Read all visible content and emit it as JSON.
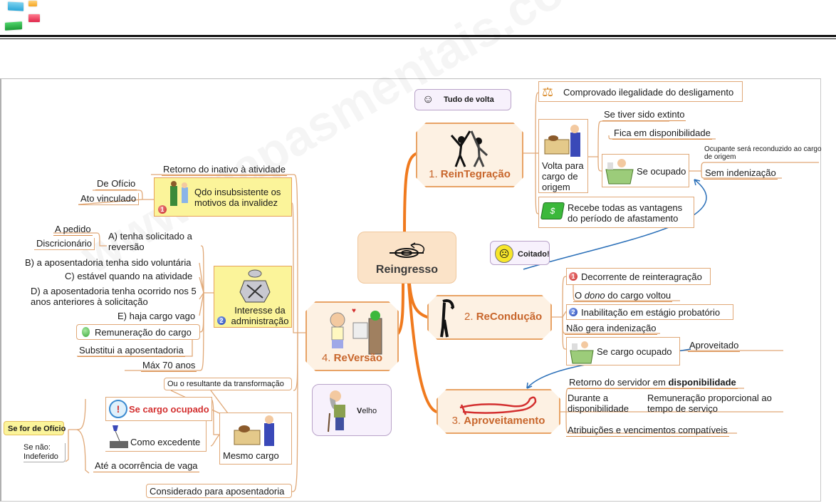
{
  "colors": {
    "branch": "#f07a1e",
    "connector": "#e0a877",
    "title_text": "#c8662c",
    "arrow": "#2a6fb8",
    "warning_text": "#d32f2f"
  },
  "watermark": "www.mapasmentais.com",
  "root": {
    "label": "Reingresso",
    "icon": "return-arrow-icon"
  },
  "branches": {
    "reintegracao": {
      "num": "1.",
      "label": "ReinTegração",
      "callout": "Tudo de volta",
      "icon": "celebrating-people-icon",
      "items": {
        "ilegalidade": "Comprovado ilegalidade do desligamento",
        "volta": "Volta para cargo de origem",
        "extinto": "Se tiver sido extinto",
        "disponibilidade": "Fica em disponibilidade",
        "ocupado": "Se ocupado",
        "ocupante": "Ocupante será reconduzido ao cargo de origem",
        "sem_indenizacao": "Sem indenização",
        "vantagens": "Recebe todas as vantagens do período de afastamento"
      }
    },
    "reconducao": {
      "num": "2.",
      "label": "ReCondução",
      "callout": "Coitado!",
      "items": {
        "decorrente": "Decorrente de reinteragração",
        "decorrente_num": "1",
        "dono_prefix": "O ",
        "dono_italic": "dono",
        "dono_suffix": " do cargo voltou",
        "inabilitacao": "Inabilitação em estágio probatório",
        "inabilitacao_num": "2",
        "nao_gera": "Não gera indenização",
        "se_cargo_ocupado": "Se cargo ocupado",
        "aproveitado": "Aproveitado"
      }
    },
    "aproveitamento": {
      "num": "3.",
      "label": "Aproveitamento",
      "items": {
        "retorno_prefix": "Retorno do servidor em ",
        "retorno_bold": "disponibilidade",
        "durante": "Durante a disponibilidade",
        "remuneracao": "Remuneração proporcional ao tempo de serviço",
        "atribuicoes": "Atribuições e vencimentos compatíveis"
      }
    },
    "reversao": {
      "num": "4.",
      "label": "ReVersão",
      "callout_bold": "V",
      "callout_rest": "elho",
      "items": {
        "retorno_inativo": "Retorno do inativo à atividade",
        "qdo": "Qdo insubsistente os motivos da invalidez",
        "qdo_num": "1",
        "de_oficio": "De Ofício",
        "ato_vinculado": "Ato vinculado",
        "interesse": "Interesse da administração",
        "interesse_num": "2",
        "a_pedido": "A pedido",
        "discricionario": "Discricionário",
        "cond_a": "A) tenha solicitado a reversão",
        "cond_b": "B) a aposentadoria tenha sido voluntária",
        "cond_c": "C) estável quando na atividade",
        "cond_d": "D) a aposentadoria tenha ocorrido nos 5 anos anteriores à solicitação",
        "cond_e": "E) haja cargo vago",
        "remuneracao_cargo": "Remuneração do cargo",
        "substitui": "Substitui a aposentadoria",
        "max70": "Máx 70 anos",
        "ou_resultante": "Ou o resultante da transformação",
        "mesmo_cargo": "Mesmo cargo",
        "se_cargo_ocupado": "Se cargo ocupado",
        "como_excedente": "Como excedente",
        "ate_ocorrencia": "Até a ocorrência de vaga",
        "se_for_oficio": "Se for de Ofício",
        "se_nao": "Se não: Indeferido",
        "considerado": "Considerado para aposentadoria"
      }
    }
  }
}
